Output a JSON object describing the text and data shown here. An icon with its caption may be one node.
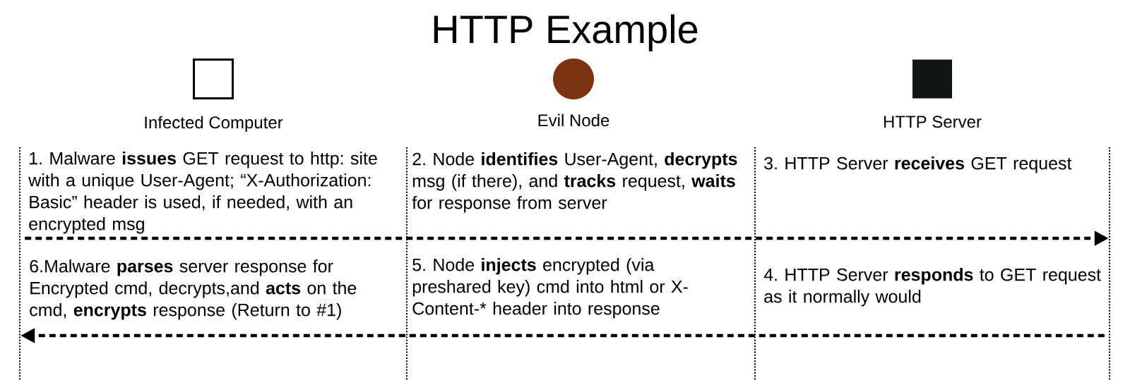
{
  "diagram": {
    "title": "HTTP Example",
    "nodes": [
      {
        "text": [
          "Infected Computer"
        ]
      },
      {
        "text": [
          "Evil Node"
        ]
      },
      {
        "text": [
          "HTTP Server"
        ]
      },
      {
        "text": [],
        "shape": "line"
      },
      {
        "text": [],
        "shape": "line"
      },
      {
        "text": [],
        "shape": "line"
      },
      {
        "text": [],
        "shape": "line"
      }
    ],
    "edges": [
      {
        "from": 3,
        "to": 6,
        "arrow": "to",
        "style": "dashed"
      },
      {
        "from": 6,
        "to": 3,
        "arrow": "to",
        "style": "dashed"
      }
    ],
    "labels": [
      "1. Malware **issues** GET request to http: site with a unique User-Agent; “X-Authorization: Basic” header is used, if needed, with an encrypted msg",
      "2. Node **identifies** User-Agent, **decrypts** msg (if there), and **tracks** request, **waits** for response from server",
      "3. HTTP Server **receives** GET request",
      "6.Malware **parses** server response for Encrypted cmd, decrypts,and **acts** on the cmd, **encrypts** response (Return to #1)",
      "5. Node **injects** encrypted (via preshared key) cmd into html or X-Content-* header into response",
      "4. HTTP Server **responds** to GET request as it normally would"
    ]
  }
}
